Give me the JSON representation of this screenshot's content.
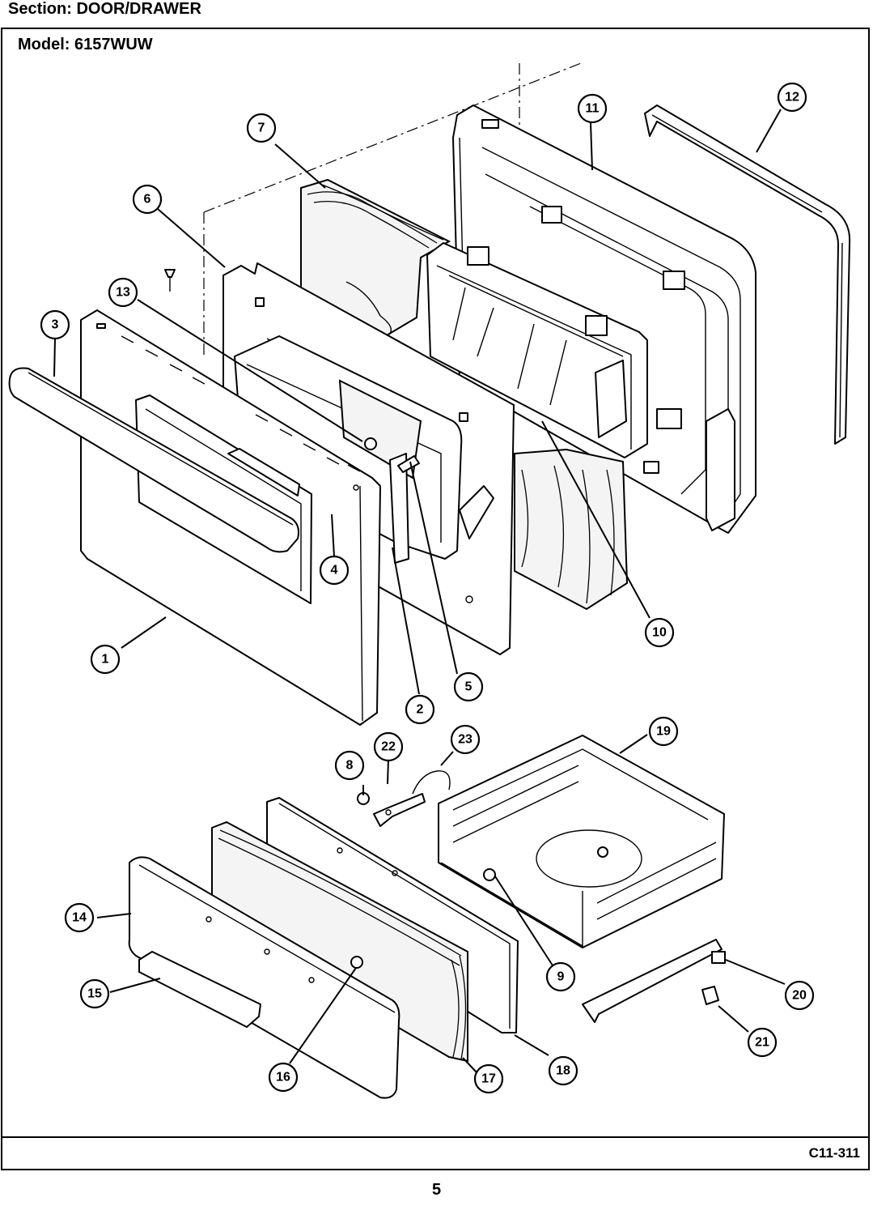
{
  "header": {
    "section": "Section:  DOOR/DRAWER",
    "model": "Model:  6157WUW"
  },
  "footer": {
    "diagram_code": "C11-311",
    "page_number": "5"
  },
  "callouts": [
    "1",
    "2",
    "3",
    "4",
    "5",
    "6",
    "7",
    "8",
    "9",
    "10",
    "11",
    "12",
    "13",
    "14",
    "15",
    "16",
    "17",
    "18",
    "19",
    "20",
    "21",
    "22",
    "23"
  ]
}
